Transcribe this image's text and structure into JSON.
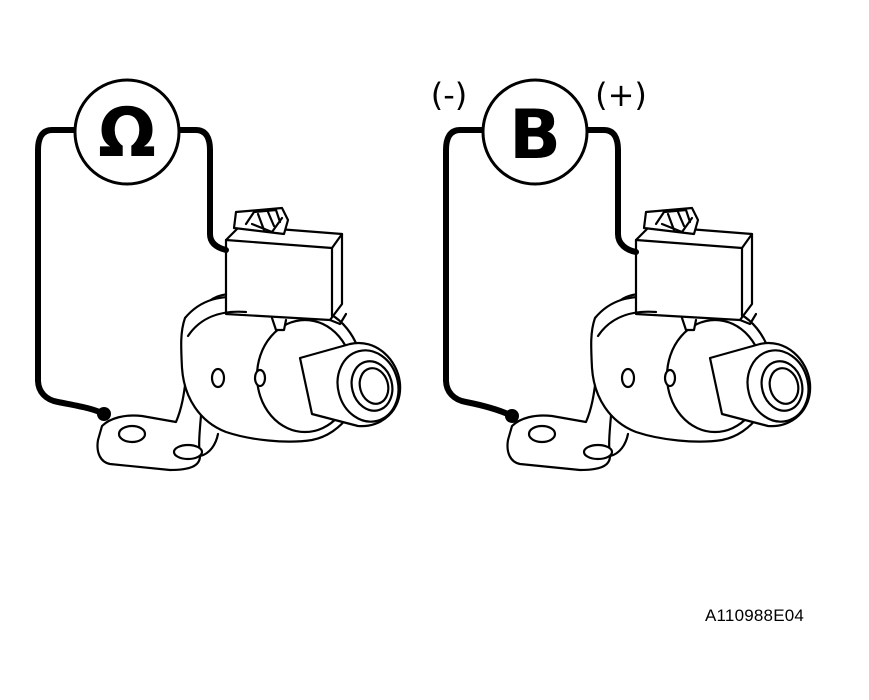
{
  "left_panel": {
    "meter_symbol": "Ω"
  },
  "right_panel": {
    "meter_symbol": "B",
    "negative_label": "(-)",
    "positive_label": "(+)"
  },
  "figure_code": "A110988E04",
  "colors": {
    "ink": "#000000",
    "paper": "#ffffff"
  }
}
